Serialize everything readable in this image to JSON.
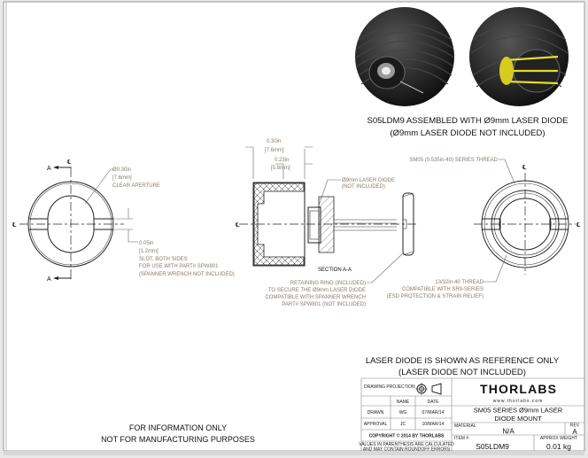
{
  "renders": {
    "caption_line1": "S05LDM9 ASSEMBLED WITH Ø9mm LASER DIODE",
    "caption_line2": "(Ø9mm LASER DIODE NOT INCLUDED)"
  },
  "front_view": {
    "centerline": "℄",
    "section_marker": "A",
    "aperture_dim_in": "Ø0.30in",
    "aperture_dim_mm": "[7.6mm]",
    "aperture_note": "CLEAR APERTURE",
    "slot_dim_in": "0.05in",
    "slot_dim_mm": "[1.2mm]",
    "slot_note1": "SLOT, BOTH SIDES",
    "slot_note2": "FOR USE WITH PART# SPW801",
    "slot_note3": "(SPANNER WRENCH NOT INCLUDED)"
  },
  "section_view": {
    "dim1_in": "0.30in",
    "dim1_mm": "[7.6mm]",
    "dim2_in": "0.23in",
    "dim2_mm": "[5.8mm]",
    "diode_note1": "Ø9mm LASER DIODE",
    "diode_note2": "(NOT INCLUDED)",
    "title": "SECTION A-A",
    "ring_note1": "RETAINING RING (INCLUDED)",
    "ring_note2": "TO SECURE THE Ø9mm LASER DIODE",
    "ring_note3": "COMPATIBLE WITH SPANNER WRENCH",
    "ring_note4": "PART# SPW801 (NOT INCLUDED)"
  },
  "rear_view": {
    "thread_note": "SM05 (0.535in-40) SERIES THREAD",
    "inner_thread1": "13/32in-40 THREAD",
    "inner_thread2": "COMPATIBLE WITH  SR9-SERIES",
    "inner_thread3": "(ESD PROTECTION & STRAIN RELIEF)"
  },
  "notes": {
    "reference_line1": "LASER DIODE IS SHOWN AS REFERENCE ONLY",
    "reference_line2": "(LASER DIODE NOT INCLUDED)",
    "info_line1": "FOR INFORMATION ONLY",
    "info_line2": "NOT FOR MANUFACTURING PURPOSES"
  },
  "title_block": {
    "drawing_projection": "DRAWING PROJECTION",
    "name_header": "NAME",
    "date_header": "DATE",
    "drawn_label": "DRAWN",
    "drawn_name": "WG",
    "drawn_date": "07/MAR/14",
    "approval_label": "APPROVAL",
    "approval_name": "JC",
    "approval_date": "10/MAR/14",
    "copyright": "COPYRIGHT © 2014 BY THORLABS",
    "disclaimer1": "VALUES IN PARENTHESIS ARE CALCULATED",
    "disclaimer2": "AND MAY CONTAIN ROUNDOFF ERRORS",
    "logo_text": "THORLABS",
    "website": "www.thorlabs.com",
    "description1": "SM05 SERIES Ø9mm LASER",
    "description2": "DIODE MOUNT",
    "material_label": "MATERIAL",
    "material_value": "N/A",
    "rev_label": "REV",
    "rev_value": "A",
    "item_label": "ITEM #",
    "item_value": "S05LDM9",
    "weight_label": "APPROX WEIGHT",
    "weight_value": "0.01 kg"
  }
}
